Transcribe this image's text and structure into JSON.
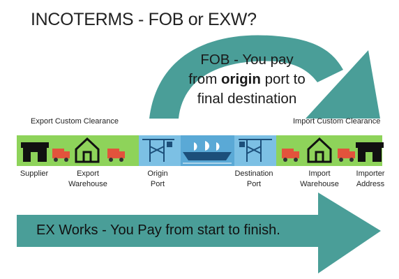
{
  "title": "INCOTERMS - FOB or EXW?",
  "fob": {
    "line1": "FOB - You pay",
    "line2_pre": "from ",
    "line2_bold": "origin",
    "line2_post": " port to",
    "line3": "final destination"
  },
  "clearance": {
    "export": "Export Custom Clearance",
    "import": "Import Custom Clearance"
  },
  "locations": [
    {
      "label": "Supplier",
      "icon": "shop-icon"
    },
    {
      "label": "Export\nWarehouse",
      "icon": "warehouse-icon"
    },
    {
      "label": "Origin\nPort",
      "icon": "port-crane-icon"
    },
    {
      "label": "Destination\nPort",
      "icon": "port-crane-icon"
    },
    {
      "label": "Import\nWarehouse",
      "icon": "warehouse-icon"
    },
    {
      "label": "Importer\nAddress",
      "icon": "shop-icon"
    }
  ],
  "exw": {
    "text": "EX Works - You Pay from start to finish."
  },
  "colors": {
    "teal": "#4a9e98",
    "green_band": "#8ed35a",
    "blue_band": "#5aa9d6",
    "truck_red": "#e2533c",
    "title_text": "#222222"
  }
}
